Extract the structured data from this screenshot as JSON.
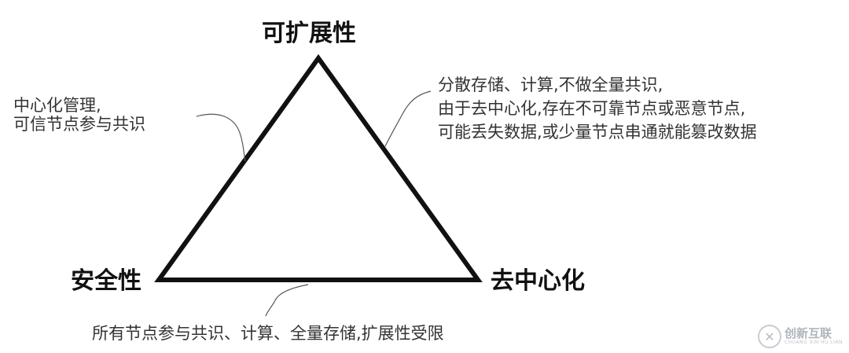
{
  "diagram": {
    "vertices": {
      "top": "可扩展性",
      "bottom_left": "安全性",
      "bottom_right": "去中心化"
    },
    "notes": {
      "left": [
        "中心化管理,",
        "可信节点参与共识"
      ],
      "right": [
        "分散存储、计算,不做全量共识,",
        "由于去中心化,存在不可靠节点或恶意节点,",
        "可能丢失数据,或少量节点串通就能篡改数据"
      ],
      "bottom": [
        "所有节点参与共识、计算、全量存储,扩展性受限"
      ]
    },
    "colors": {
      "triangle": "#111111",
      "connector": "#555555",
      "text": "#333333"
    }
  },
  "watermark": {
    "icon": "brand-logo-icon",
    "name": "创新互联",
    "subtitle": "CHUANG XIN HU LIAN"
  }
}
